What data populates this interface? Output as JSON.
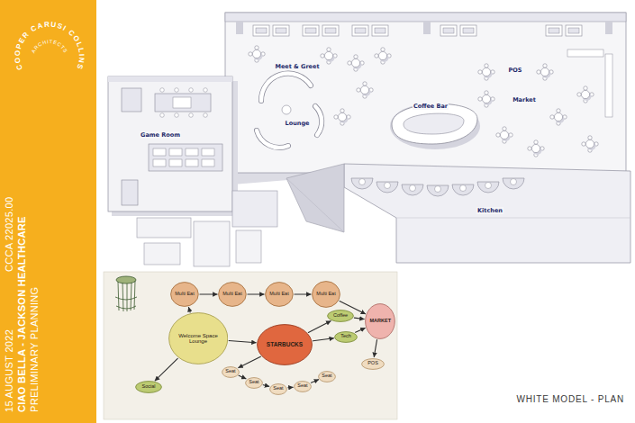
{
  "diagram": {
    "caption": "WHITE MODEL - PLAN",
    "nodes": [
      {
        "text": [
          "Multi Eat"
        ]
      },
      {
        "text": [
          "Multi Eat"
        ]
      },
      {
        "text": [
          "Multi Eat"
        ]
      },
      {
        "text": [
          "Multi Eat"
        ]
      },
      {
        "text": [
          "Welcome Space Lounge"
        ]
      },
      {
        "text": [
          "Social"
        ]
      },
      {
        "text": [
          "STARBUCKS"
        ]
      },
      {
        "text": [
          "Coffee"
        ]
      },
      {
        "text": [
          "Tech"
        ]
      },
      {
        "text": [
          "MARKET"
        ]
      },
      {
        "text": [
          "POS"
        ]
      },
      {
        "text": [
          "Seat"
        ]
      },
      {
        "text": [
          "Seat"
        ]
      },
      {
        "text": [
          "Seat"
        ]
      },
      {
        "text": [
          "Seat"
        ]
      },
      {
        "text": [
          "Seat"
        ]
      }
    ],
    "edges": [
      {
        "from": 0,
        "to": 1,
        "arrow": "to"
      },
      {
        "from": 1,
        "to": 2,
        "arrow": "to"
      },
      {
        "from": 2,
        "to": 3,
        "arrow": "to"
      },
      {
        "from": 4,
        "to": 0,
        "arrow": "to"
      },
      {
        "from": 4,
        "to": 6,
        "arrow": "to"
      },
      {
        "from": 4,
        "to": 5,
        "arrow": "to"
      },
      {
        "from": 6,
        "to": 7,
        "arrow": "to"
      },
      {
        "from": 6,
        "to": 8,
        "arrow": "to"
      },
      {
        "from": 7,
        "to": 9,
        "arrow": "to"
      },
      {
        "from": 8,
        "to": 9,
        "arrow": "to"
      },
      {
        "from": 3,
        "to": 9,
        "arrow": "to"
      },
      {
        "from": 9,
        "to": 10,
        "arrow": "to"
      },
      {
        "from": 6,
        "to": 11,
        "arrow": "to"
      },
      {
        "from": 11,
        "to": 12,
        "arrow": "to"
      },
      {
        "from": 12,
        "to": 13,
        "arrow": "to"
      },
      {
        "from": 13,
        "to": 14,
        "arrow": "to"
      },
      {
        "from": 14,
        "to": 15,
        "arrow": "to"
      }
    ],
    "labels": [
      "COOPER CARUSI COLLINS",
      "ARCHITECTS",
      "15 AUGUST 2022",
      "CCCA 22025.00",
      "CIAO BELLA - JACKSON HEALTHCARE",
      "PRELIMINARY PLANNING",
      "Meet & Greet",
      "POS",
      "Market",
      "Coffee Bar",
      "Lounge",
      "Game Room",
      "Kitchen"
    ]
  }
}
